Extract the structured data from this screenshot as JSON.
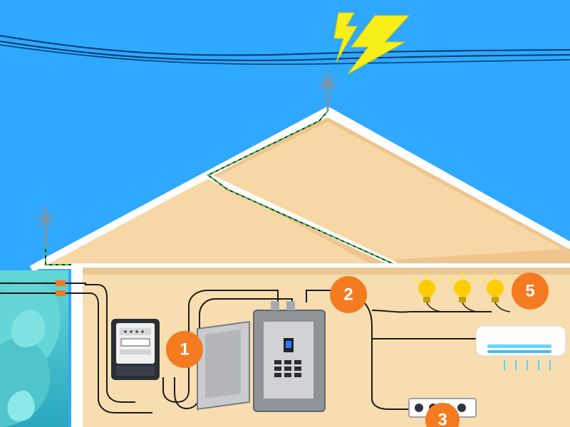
{
  "scene": {
    "description_text": "",
    "markers": [
      {
        "id": "breaker-marker",
        "label": "1"
      },
      {
        "id": "junction-marker",
        "label": "2"
      },
      {
        "id": "outlet-marker",
        "label": "3"
      },
      {
        "id": "lights-marker",
        "label": "5"
      }
    ]
  },
  "colors": {
    "sky": "#2fa8ff",
    "roof_fill": "#f7d7a6",
    "roof_trim": "#ffffff",
    "wall_fill": "#f8ddb0",
    "ground_wire": "#2ecc40",
    "marker": "#f47b20",
    "lightning": "#f6ef19",
    "tree": "#43bfc7"
  },
  "icons": [
    "lightning-icon",
    "lightning-rod-icon",
    "meter-icon",
    "panel-icon",
    "bulb-icon",
    "air-conditioner-icon",
    "outlet-strip-icon"
  ]
}
